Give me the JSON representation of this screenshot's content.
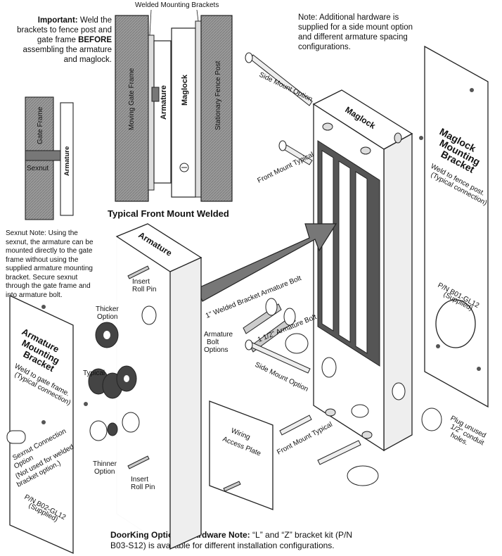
{
  "notes": {
    "important_bold": "Important:",
    "important_rest": " Weld the brackets to fence post and gate frame ",
    "important_before": "BEFORE",
    "important_end": " assembling the armature and maglock.",
    "additional": "Note: Additional hardware is supplied for a side mount option and different armature spacing configurations.",
    "sexnut": "Sexnut Note: Using the sexnut, the armature can be mounted directly to the gate frame without using the supplied armature mounting bracket. Secure sexnut through the gate frame and into armature bolt.",
    "doorking_bold": "DoorKing Optional Hardware Note:",
    "doorking_rest": " “L” and “Z” bracket kit (P/N B03-S12) is available for different installation configurations."
  },
  "top_inset": {
    "welded_brackets": "Welded Mounting Brackets",
    "moving_gate_frame": "Moving Gate Frame",
    "armature": "Armature",
    "maglock": "Maglock",
    "stationary_post": "Stationary Fence Post",
    "caption": "Typical Front Mount Welded"
  },
  "small_inset": {
    "gate_frame": "Gate Frame",
    "sexnut": "Sexnut",
    "armature": "Armature"
  },
  "maglock_bracket": {
    "title_1": "Maglock",
    "title_2": "Mounting",
    "title_3": "Bracket",
    "weld": "Weld to fence post.",
    "typical": "(Typical connection)",
    "pn": "P/N B01-GL12",
    "supplied": "(Supplied)"
  },
  "armature_bracket": {
    "title_1": "Armature",
    "title_2": "Mounting",
    "title_3": "Bracket",
    "weld": "Weld to gate frame.",
    "typical": "(Typical connection)",
    "sexnut_1": "Sexnut Connection",
    "sexnut_2": "Option",
    "sexnut_3": "(Not used for welded",
    "sexnut_4": "bracket option.)",
    "pn": "P/N B02-GL12",
    "supplied": "(Supplied)"
  },
  "labels": {
    "maglock": "Maglock",
    "armature": "Armature",
    "side_mount_1": "Side Mount Option",
    "front_mount_1": "Front Mount Typical",
    "insert_roll_pin_1a": "Insert",
    "insert_roll_pin_1b": "Roll Pin",
    "thicker_1": "Thicker",
    "thicker_2": "Option",
    "typical": "Typical",
    "thinner_1": "Thinner",
    "thinner_2": "Option",
    "insert_roll_pin_2a": "Insert",
    "insert_roll_pin_2b": "Roll Pin",
    "bolt_1in": "1\" Welded Bracket Armature Bolt",
    "bolt_15in": "1 1/2\" Armature Bolt",
    "bolt_options_1": "Armature",
    "bolt_options_2": "Bolt",
    "bolt_options_3": "Options",
    "side_mount_2": "Side Mount Option",
    "front_mount_2": "Front Mount Typical",
    "wiring_1": "Wiring",
    "wiring_2": "Access Plate",
    "plug_1": "Plug unused",
    "plug_2": "1/2\" conduit",
    "plug_3": "holes."
  }
}
